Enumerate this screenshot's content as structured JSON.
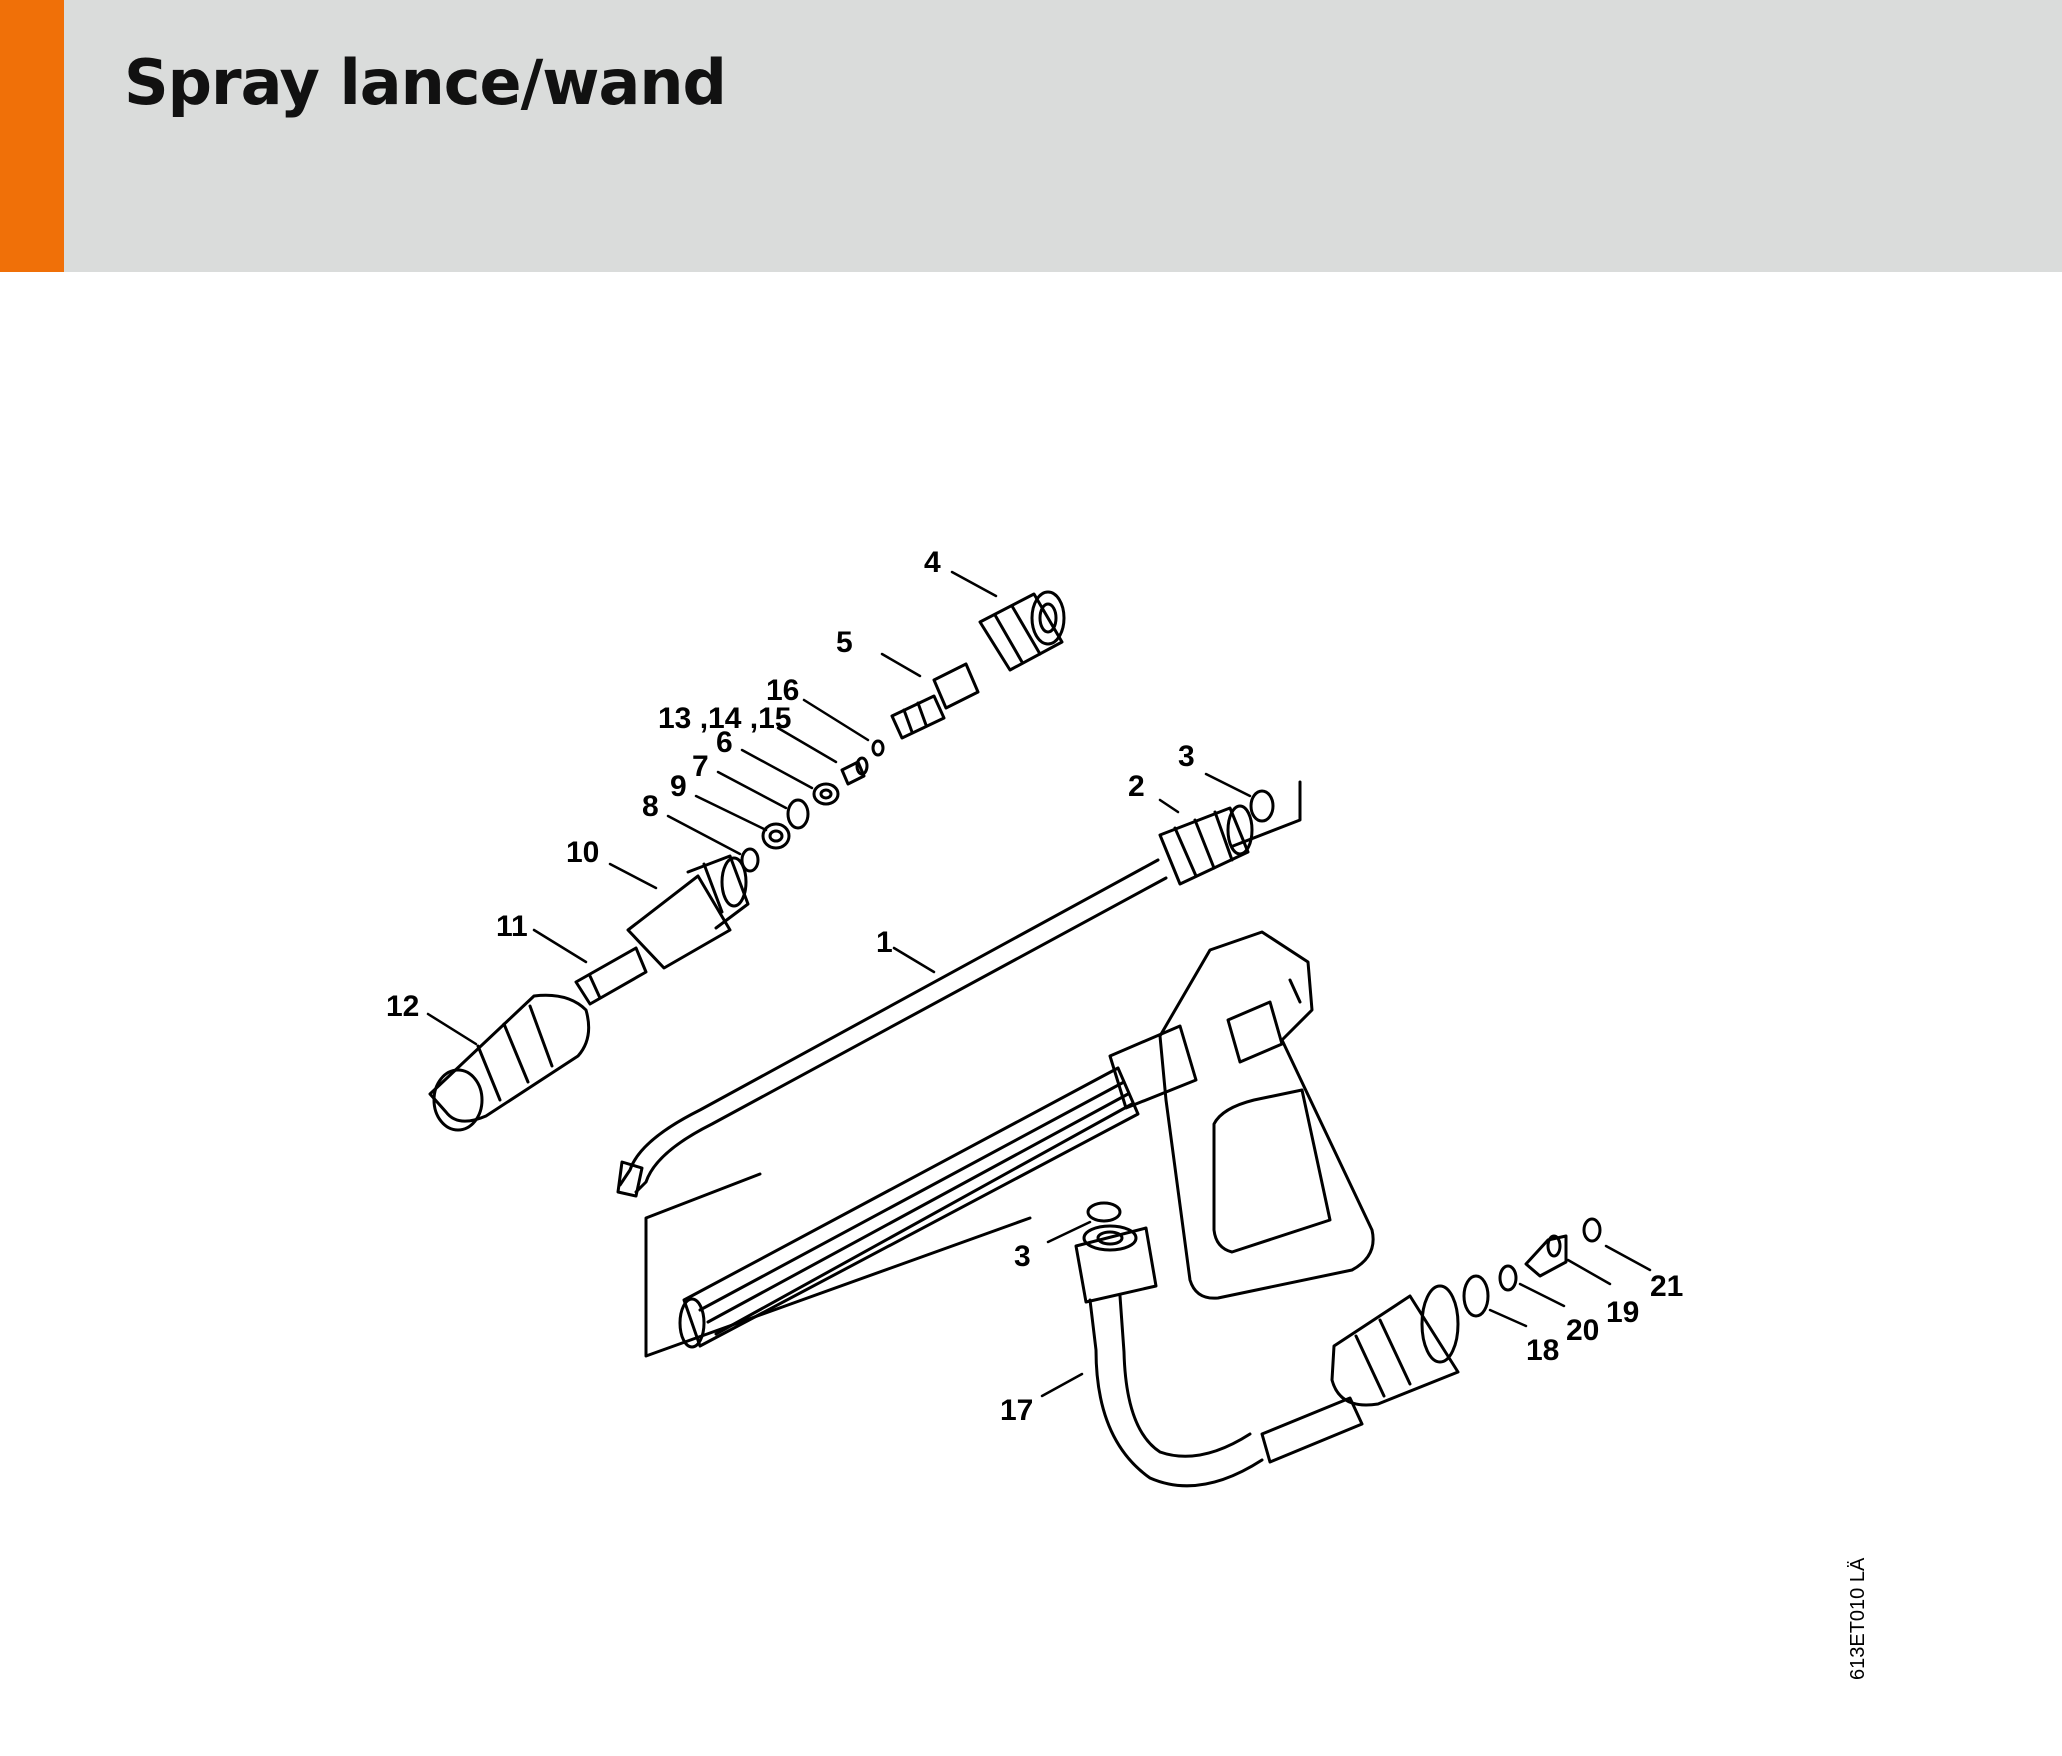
{
  "header": {
    "title": "Spray lance/wand",
    "accent_color": "#f07008",
    "background_color": "#dadcdb"
  },
  "diagram": {
    "callouts": [
      "1",
      "2",
      "3",
      "3",
      "4",
      "5",
      "6",
      "7",
      "8",
      "9",
      "10",
      "11",
      "12",
      "13 ,14 ,15",
      "16",
      "17",
      "18",
      "19",
      "20",
      "21"
    ],
    "drawing_code": "613ET010 LÄ"
  }
}
